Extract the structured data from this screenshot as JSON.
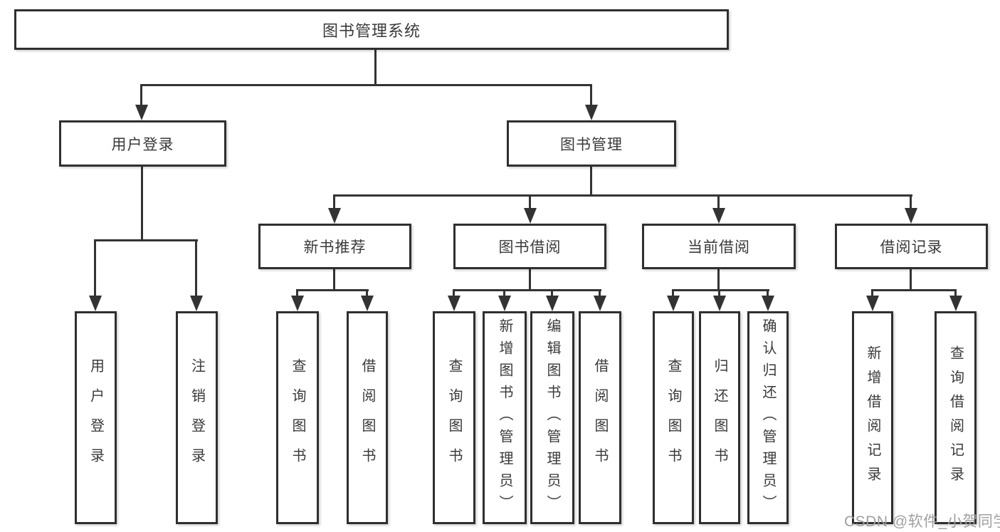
{
  "diagram": {
    "root": "图书管理系统",
    "level2": [
      "用户登录",
      "图书管理"
    ],
    "level3": [
      "新书推荐",
      "图书借阅",
      "当前借阅",
      "借阅记录"
    ],
    "leaves": {
      "user_login": [
        "用户登录",
        "注销登录"
      ],
      "new_books": [
        "查询图书",
        "借阅图书"
      ],
      "book_borrow": [
        "查询图书",
        "新增图书（管理员）",
        "编辑图书（管理员）",
        "借阅图书"
      ],
      "current_borrow": [
        "查询图书",
        "归还图书",
        "确认归还（管理员）"
      ],
      "borrow_records": [
        "新增借阅记录",
        "查询借阅记录"
      ]
    }
  },
  "watermark": "CSDN @软件_小贺同学",
  "colors": {
    "line": "#333333",
    "border": "#2f2f2f",
    "text": "#3a3a3a",
    "watermark": "#a0a0a0",
    "background": "#ffffff"
  }
}
